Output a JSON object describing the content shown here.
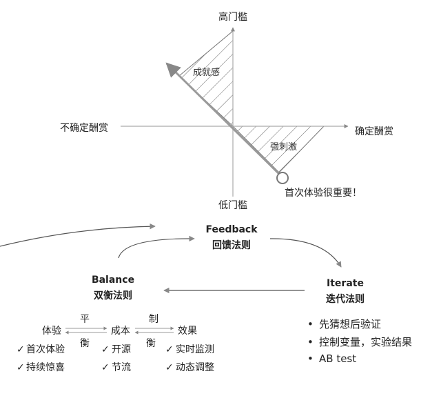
{
  "quadrant": {
    "top": "高门槛",
    "bottom": "低门槛",
    "left": "不确定酬赏",
    "right": "确定酬赏",
    "upper_region": "成就感",
    "lower_region": "强刺激",
    "marker_note": "首次体验很重要！"
  },
  "feedback": {
    "en": "Feedback",
    "zh": "回馈法则"
  },
  "balance": {
    "en": "Balance",
    "zh": "双衡法则",
    "nodes": [
      "体验",
      "成本",
      "效果"
    ],
    "arrow_labels": {
      "left_top": "平",
      "left_bottom": "衡",
      "right_top": "制",
      "right_bottom": "衡"
    },
    "col1": [
      "首次体验",
      "持续惊喜"
    ],
    "col2": [
      "开源",
      "节流"
    ],
    "col3": [
      "实时监测",
      "动态调整"
    ],
    "check": "✓"
  },
  "iterate": {
    "en": "Iterate",
    "zh": "迭代法则",
    "bullet": "•",
    "items": [
      "先猜想后验证",
      "控制变量，实验结果",
      "AB test"
    ]
  },
  "colors": {
    "axis": "#999999",
    "main_line": "#9a9a9a",
    "text": "#222222"
  }
}
